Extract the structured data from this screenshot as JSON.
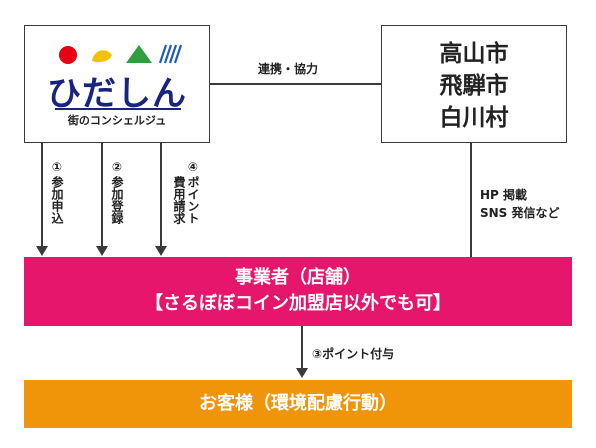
{
  "logo": {
    "name": "ひだしん",
    "tagline": "街のコンシェルジュ",
    "colors": {
      "red": "#e60012",
      "yellow": "#f2c200",
      "green": "#2e9e3e",
      "blue": "#1f5fb0"
    }
  },
  "link_label": "連携・協力",
  "cities": [
    "高山市",
    "飛騨市",
    "白川村"
  ],
  "arrows": [
    {
      "num": "①",
      "text": "参加申込"
    },
    {
      "num": "②",
      "text": "参加登録"
    },
    {
      "num": "④",
      "text": "ポイント費用請求"
    }
  ],
  "hp_label": [
    "HP 掲載",
    "SNS 発信など"
  ],
  "business": {
    "line1": "事業者（店舗）",
    "line2": "【さるぼぼコイン加盟店以外でも可】",
    "color": "#e5166c"
  },
  "points_label": "③ポイント付与",
  "customer": {
    "text": "お客様（環境配慮行動）",
    "color": "#f0950a"
  }
}
